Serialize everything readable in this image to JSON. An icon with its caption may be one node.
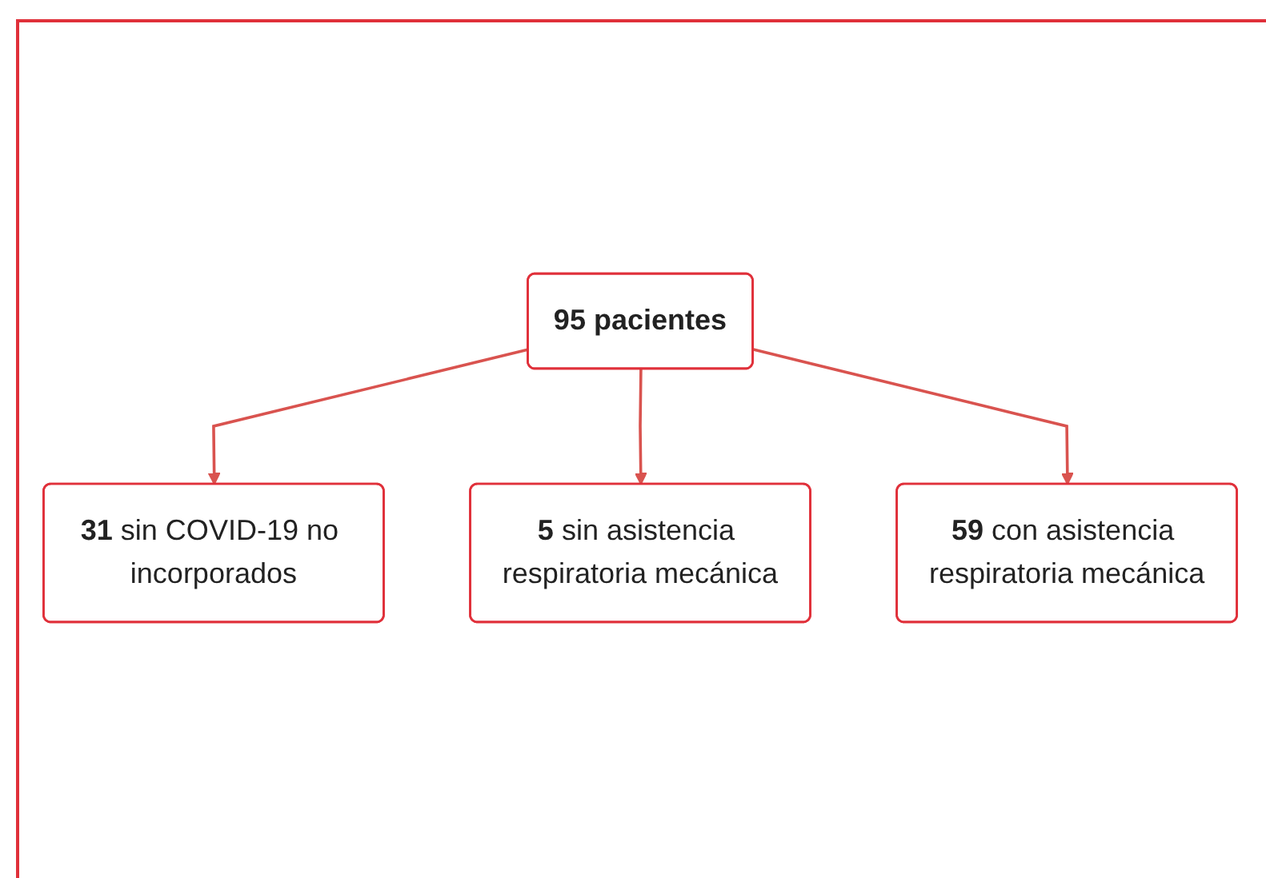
{
  "diagram": {
    "nodes": [
      {
        "text": [
          "95 pacientes"
        ]
      },
      {
        "text": [
          "**31** sin COVID-19 no incorporados"
        ]
      },
      {
        "text": [
          "**5** sin asistencia respiratoria mecánica"
        ]
      },
      {
        "text": [
          "**59** con asistencia respiratoria mecánica"
        ]
      }
    ],
    "edges": [
      {
        "from": 0,
        "to": 1,
        "arrow": "to"
      },
      {
        "from": 0,
        "to": 2,
        "arrow": "to"
      },
      {
        "from": 0,
        "to": 3,
        "arrow": "to"
      }
    ]
  }
}
